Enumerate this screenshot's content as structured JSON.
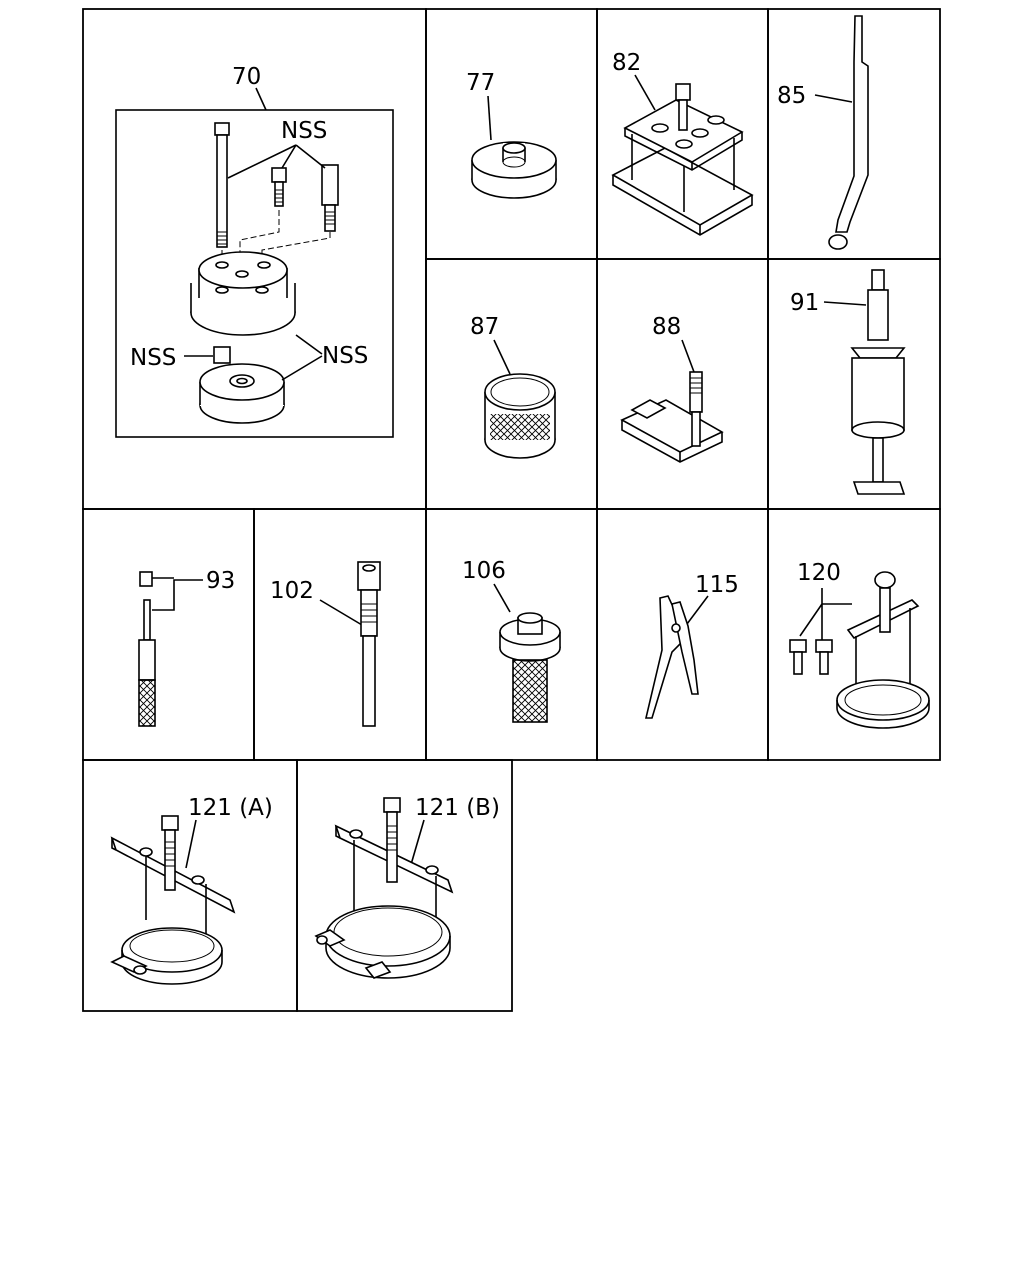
{
  "parts": [
    {
      "id": "part-70",
      "label": "70"
    },
    {
      "id": "part-77",
      "label": "77"
    },
    {
      "id": "part-82",
      "label": "82"
    },
    {
      "id": "part-85",
      "label": "85"
    },
    {
      "id": "part-87",
      "label": "87"
    },
    {
      "id": "part-88",
      "label": "88"
    },
    {
      "id": "part-91",
      "label": "91"
    },
    {
      "id": "part-93",
      "label": "93"
    },
    {
      "id": "part-102",
      "label": "102"
    },
    {
      "id": "part-106",
      "label": "106"
    },
    {
      "id": "part-115",
      "label": "115"
    },
    {
      "id": "part-120",
      "label": "120"
    },
    {
      "id": "part-121a",
      "label": "121 (A)"
    },
    {
      "id": "part-121b",
      "label": "121 (B)"
    }
  ],
  "nss": {
    "label_1": "NSS",
    "label_2": "NSS",
    "label_3": "NSS"
  }
}
